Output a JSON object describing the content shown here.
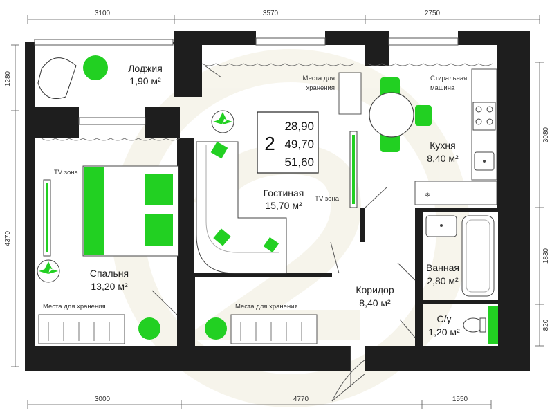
{
  "plan": {
    "summary": {
      "rooms_count": "2",
      "area_living": "28,90",
      "area_total": "49,70",
      "area_gross": "51,60"
    },
    "rooms": {
      "loggia": {
        "name": "Лоджия",
        "area": "1,90 м²"
      },
      "living": {
        "name": "Гостиная",
        "area": "15,70 м²"
      },
      "kitchen": {
        "name": "Кухня",
        "area": "8,40 м²"
      },
      "bedroom": {
        "name": "Спальня",
        "area": "13,20 м²"
      },
      "corridor": {
        "name": "Коридор",
        "area": "8,40 м²"
      },
      "bathroom": {
        "name": "Ванная",
        "area": "2,80 м²"
      },
      "wc": {
        "name": "С/у",
        "area": "1,20 м²"
      }
    },
    "labels": {
      "storage_living_1": "Места для",
      "storage_living_2": "хранения",
      "washer_1": "Стиральная",
      "washer_2": "машина",
      "tv_bedroom": "TV зона",
      "tv_living": "TV зона",
      "storage_bedroom": "Места для хранения",
      "storage_corridor": "Места для хранения"
    },
    "dimensions": {
      "top": [
        "3100",
        "3570",
        "2750"
      ],
      "bottom": [
        "3000",
        "4770",
        "1550"
      ],
      "left": [
        "1280",
        "4370"
      ],
      "right": [
        "3080",
        "1830",
        "820"
      ]
    },
    "watermark": "5M",
    "colors": {
      "accent": "#22d022",
      "wall": "#1e1e1e"
    }
  }
}
